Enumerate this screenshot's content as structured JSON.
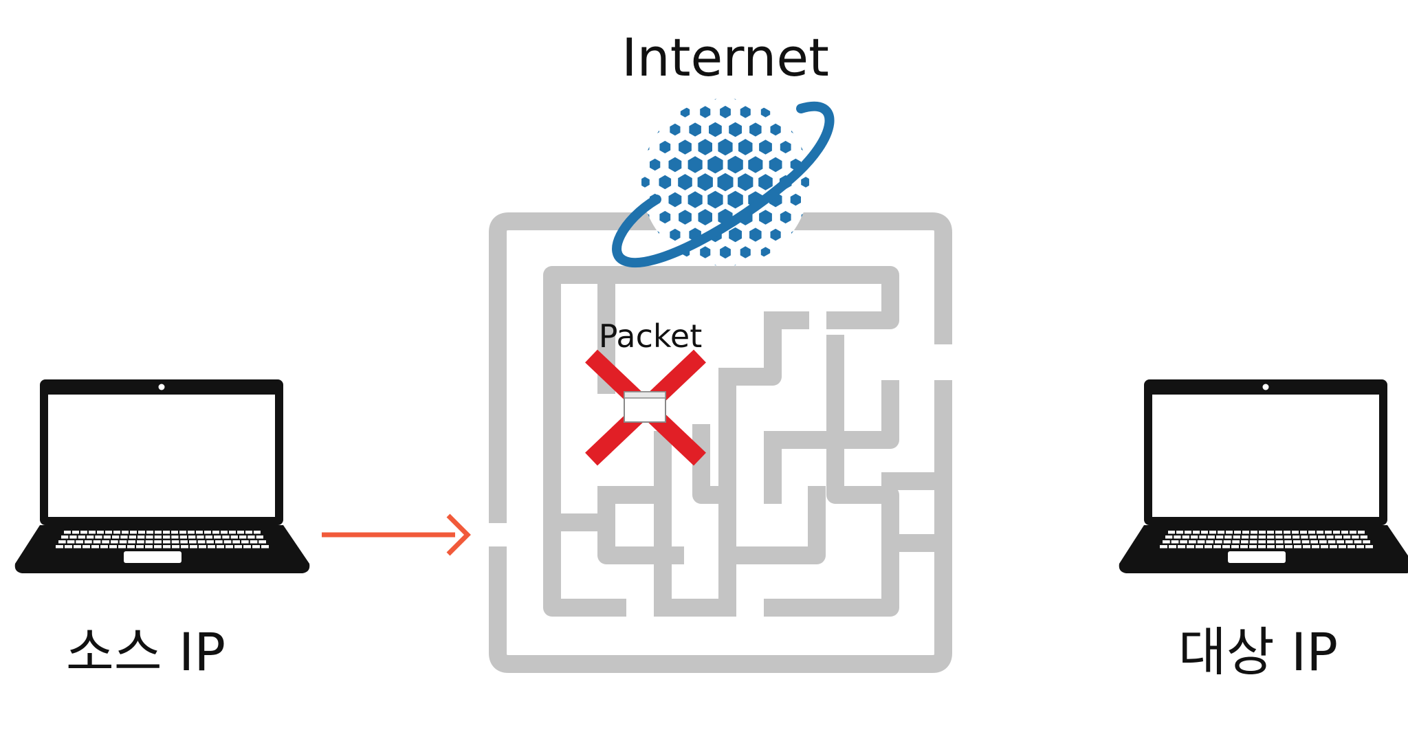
{
  "title": "Internet",
  "packet_label": "Packet",
  "source_label": "소스 IP",
  "destination_label": "대상 IP",
  "icons": {
    "source": "laptop-icon",
    "destination": "laptop-icon",
    "network": "globe-icon",
    "route": "maze",
    "blocked": "cross-mark-icon",
    "packet": "packet-icon",
    "direction": "arrow-right-icon"
  },
  "colors": {
    "maze": "#c4c4c4",
    "globe": "#1f72ad",
    "cross": "#e11f26",
    "arrow": "#f15a3a",
    "laptop": "#121212"
  }
}
